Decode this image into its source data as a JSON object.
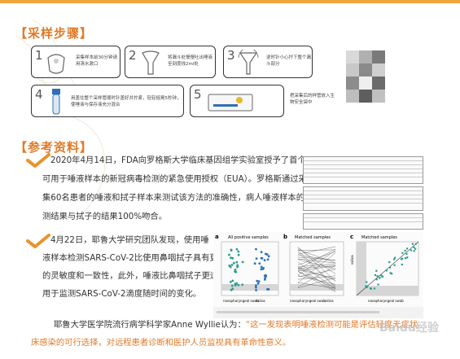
{
  "section1": {
    "title": "【采样步骤】"
  },
  "steps": [
    {
      "num": "1",
      "text": "采集样本前30分钟请用清水漱口"
    },
    {
      "num": "2",
      "text": "将漏斗处慢慢吐出唾液至刻度线2ml处"
    },
    {
      "num": "3",
      "text": "逆时针小心拧下整个漏斗部分"
    },
    {
      "num": "4",
      "text": "用盖住整个采样管顺时针盖好并拧紧，轻轻摇晃5秒钟，使唾液与保存液充分混合"
    },
    {
      "num": "5",
      "text": "把采集后的样管放入生物安全袋中"
    }
  ],
  "section2": {
    "title": "【参考资料】"
  },
  "ref1": {
    "lines": [
      "2020年4月14日，FDA向罗格斯大学临床基因组学实验室授予了首个",
      "可用于唾液样本的新冠病毒检测的紧急使用授权（EUA）。罗格斯通过采",
      "集60名患者的唾液和拭子样本来测试该方法的准确性，病人唾液样本的检",
      "测结果与拭子的结果100%吻合。"
    ]
  },
  "ref2": {
    "lines": [
      "4月22日，耶鲁大学研究团队发现，使用唾",
      "液样本检测SARS-CoV-2比使用鼻咽拭子具有更高",
      "的灵敏度和一致性，此外，唾液比鼻咽拭子更适",
      "用于监测SARS-CoV-2滴度随时间的变化。"
    ]
  },
  "figure": {
    "panel_a": {
      "label": "a",
      "title": "All positive samples",
      "cats": [
        "nasopharyngeal swab",
        "saliva"
      ]
    },
    "panel_b": {
      "label": "b",
      "title": "Matched samples",
      "cats": [
        "nasopharyngeal swab",
        "saliva"
      ]
    },
    "panel_c": {
      "label": "c",
      "title": "Matched samples",
      "xlabel": "nasopharyngeal swab",
      "ylabel": "saliva"
    }
  },
  "quote": {
    "prefix": "耶鲁大学医学院流行病学科学家Anne Wyllie认为：",
    "highlight1": "“这一发现表明唾液检测可能是评估轻度无症状",
    "highlight2": "床感染的可行选择，对远程患者诊断和医护人员监视具有革命性意义。"
  },
  "watermark": "Baidu经验",
  "colors": {
    "accent": "#e07a28",
    "check": "#e9932b",
    "blue": "#2f6fb6",
    "teal": "#2a9d8f"
  }
}
